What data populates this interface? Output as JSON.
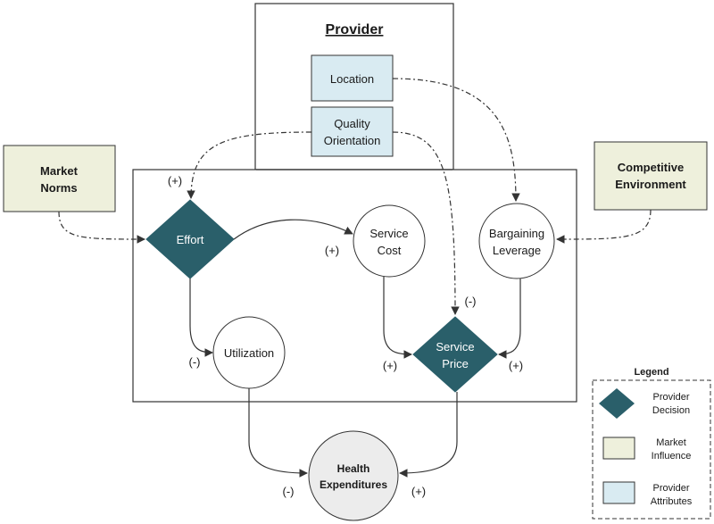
{
  "provider": {
    "title": "Provider"
  },
  "nodes": {
    "location": "Location",
    "quality_1": "Quality",
    "quality_2": "Orientation",
    "market_norms_1": "Market",
    "market_norms_2": "Norms",
    "competitive_1": "Competitive",
    "competitive_2": "Environment",
    "effort": "Effort",
    "service_cost_1": "Service",
    "service_cost_2": "Cost",
    "bargaining_1": "Bargaining",
    "bargaining_2": "Leverage",
    "utilization": "Utilization",
    "service_price_1": "Service",
    "service_price_2": "Price",
    "health_1": "Health",
    "health_2": "Expenditures"
  },
  "signs": {
    "quality_to_effort": "(+)",
    "effort_to_cost": "(+)",
    "quality_to_price": "(-)",
    "effort_to_util": "(-)",
    "cost_to_price": "(+)",
    "leverage_to_price": "(+)",
    "util_to_health": "(-)",
    "price_to_health": "(+)"
  },
  "legend": {
    "title": "Legend",
    "decision_1": "Provider",
    "decision_2": "Decision",
    "market_1": "Market",
    "market_2": "Influence",
    "attr_1": "Provider",
    "attr_2": "Attributes"
  },
  "colors": {
    "decision": "#2a5f6a",
    "market": "#eef0dc",
    "attributes": "#d9ebf2",
    "health": "#ececec"
  }
}
